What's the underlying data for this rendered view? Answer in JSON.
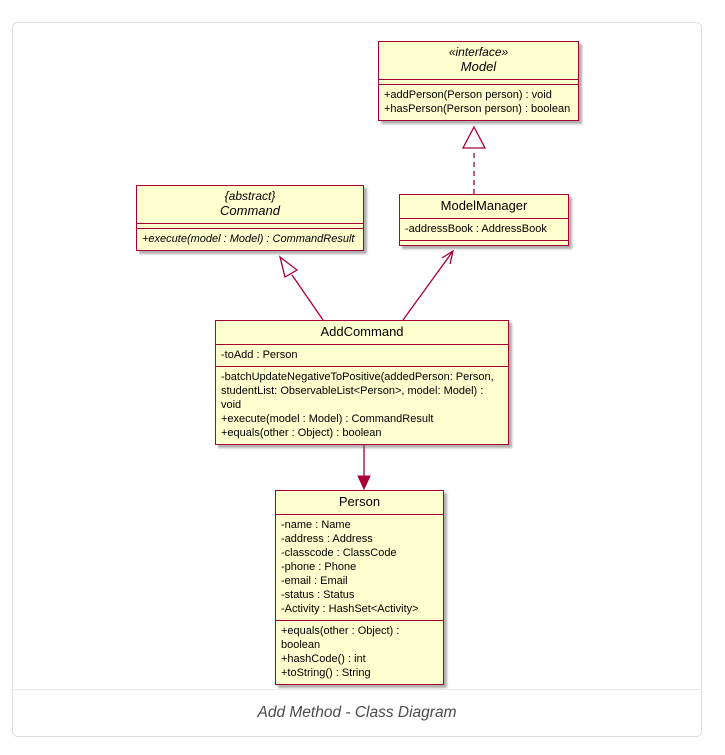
{
  "figure": {
    "caption": "Add Method - Class Diagram"
  },
  "colors": {
    "class_fill": "#FEFECE",
    "class_border": "#A80036",
    "arrow": "#A80036",
    "card_border": "#dedede",
    "caption_text": "#4a4a4a"
  },
  "classes": [
    {
      "id": "model",
      "stereotype": "«interface»",
      "name": "Model",
      "attributes": [],
      "methods": [
        "+addPerson(Person person) : void",
        "+hasPerson(Person person) : boolean"
      ]
    },
    {
      "id": "command",
      "stereotype": "{abstract}",
      "name": "Command",
      "attributes": [],
      "methods": [
        "+execute(model : Model) : CommandResult"
      ]
    },
    {
      "id": "modelmanager",
      "stereotype": "",
      "name": "ModelManager",
      "attributes": [
        "-addressBook : AddressBook"
      ],
      "methods": []
    },
    {
      "id": "addcommand",
      "stereotype": "",
      "name": "AddCommand",
      "attributes": [
        "-toAdd : Person"
      ],
      "methods": [
        "-batchUpdateNegativeToPositive(addedPerson: Person, studentList: ObservableList<Person>, model: Model) : void",
        "+execute(model : Model) : CommandResult",
        "+equals(other : Object) : boolean"
      ]
    },
    {
      "id": "person",
      "stereotype": "",
      "name": "Person",
      "attributes": [
        "-name : Name",
        "-address : Address",
        "-classcode : ClassCode",
        "-phone : Phone",
        "-email : Email",
        "-status : Status",
        "-Activity : HashSet<Activity>"
      ],
      "methods": [
        "+equals(other : Object) : boolean",
        "+hashCode() : int",
        "+toString() : String"
      ]
    }
  ],
  "relationships": [
    {
      "from": "ModelManager",
      "to": "Model",
      "kind": "realization"
    },
    {
      "from": "AddCommand",
      "to": "Command",
      "kind": "generalization"
    },
    {
      "from": "AddCommand",
      "to": "ModelManager",
      "kind": "association"
    },
    {
      "from": "AddCommand",
      "to": "Person",
      "kind": "association"
    }
  ]
}
